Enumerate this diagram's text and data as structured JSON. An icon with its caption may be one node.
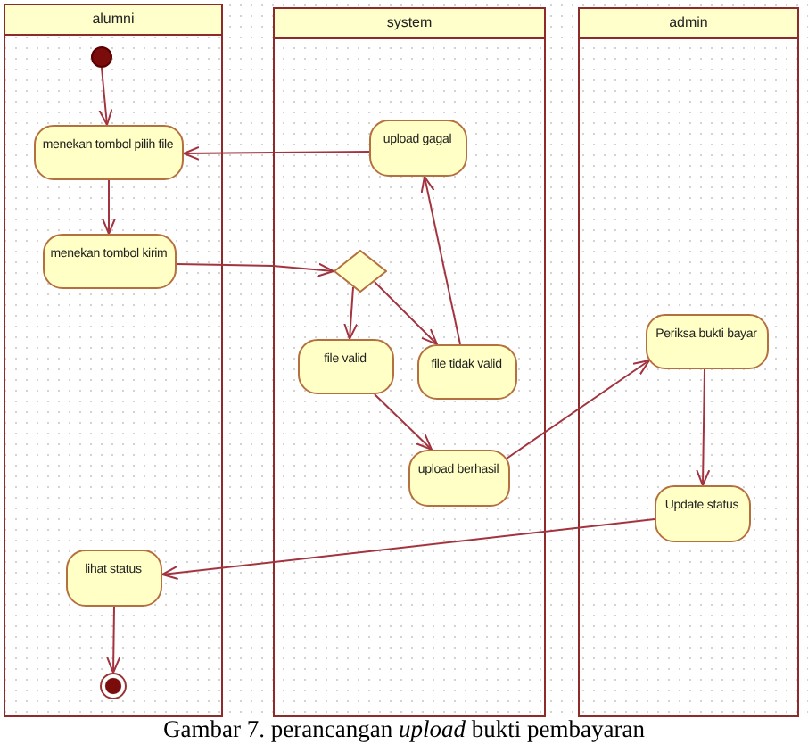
{
  "diagram": {
    "caption": "Gambar 7. perancangan *upload* bukti pembayaran",
    "nodes": [
      {
        "text": [
          "alumni"
        ]
      },
      {
        "text": [],
        "shape": "circle",
        "in": 0
      },
      {
        "text": [
          "menekan tombol pilih file"
        ],
        "in": 0
      },
      {
        "text": [
          "menekan tombol kirim"
        ],
        "in": 0
      },
      {
        "text": [
          "lihat status"
        ],
        "in": 0
      },
      {
        "text": [],
        "shape": "bullseye",
        "in": 0
      },
      {
        "text": [
          "system"
        ]
      },
      {
        "text": [
          "upload gagal"
        ],
        "in": 6
      },
      {
        "text": [],
        "shape": "diamond",
        "in": 6
      },
      {
        "text": [
          "file valid"
        ],
        "in": 6
      },
      {
        "text": [
          "file tidak valid"
        ],
        "in": 6
      },
      {
        "text": [
          "upload berhasil"
        ],
        "in": 6
      },
      {
        "text": [
          "admin"
        ]
      },
      {
        "text": [
          "Periksa bukti bayar"
        ],
        "in": 12
      },
      {
        "text": [
          "Update status"
        ],
        "in": 12
      }
    ],
    "edges": [
      {
        "from": 1,
        "to": 2,
        "arrow": "to"
      },
      {
        "from": 2,
        "to": 3,
        "arrow": "to"
      },
      {
        "from": 3,
        "to": 8,
        "arrow": "to"
      },
      {
        "from": 7,
        "to": 2,
        "arrow": "to"
      },
      {
        "from": 8,
        "to": 9,
        "arrow": "to"
      },
      {
        "from": 8,
        "to": 10,
        "arrow": "to"
      },
      {
        "from": 10,
        "to": 7,
        "arrow": "to"
      },
      {
        "from": 9,
        "to": 11,
        "arrow": "to"
      },
      {
        "from": 11,
        "to": 13,
        "arrow": "to"
      },
      {
        "from": 13,
        "to": 14,
        "arrow": "to"
      },
      {
        "from": 14,
        "to": 4,
        "arrow": "to"
      },
      {
        "from": 4,
        "to": 5,
        "arrow": "to"
      }
    ]
  }
}
